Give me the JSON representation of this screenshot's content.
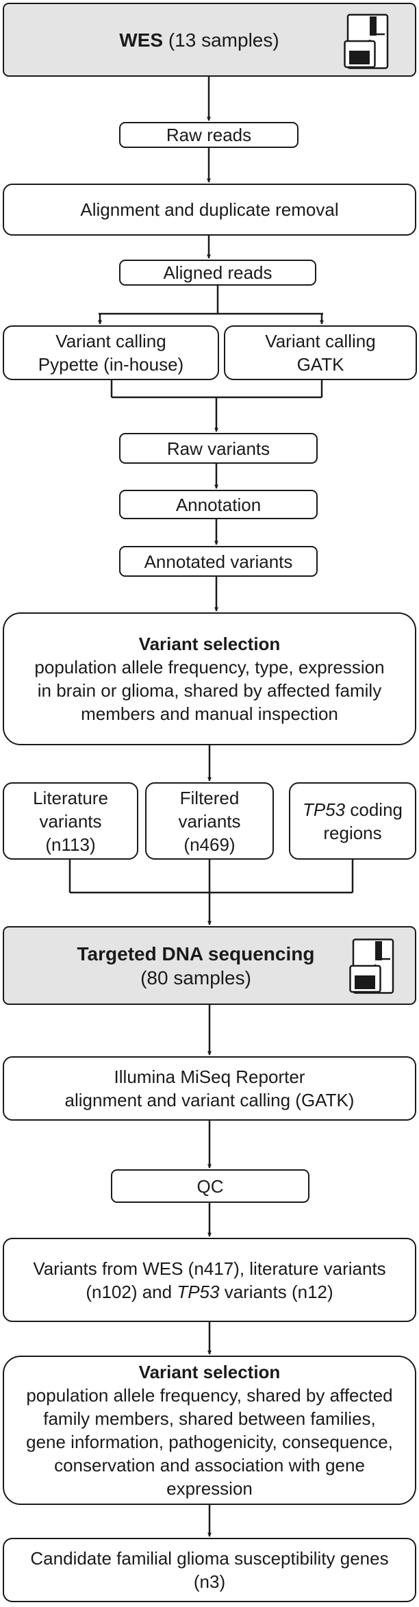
{
  "wes": {
    "title": "WES",
    "subtitle": "(13 samples)"
  },
  "raw_reads": "Raw reads",
  "alignment": "Alignment and duplicate removal",
  "aligned_reads": "Aligned reads",
  "calling_pypette": {
    "line1": "Variant calling",
    "line2": "Pypette (in-house)"
  },
  "calling_gatk": {
    "line1": "Variant calling",
    "line2": "GATK"
  },
  "raw_variants": "Raw variants",
  "annotation": "Annotation",
  "annotated_variants": "Annotated variants",
  "selection1": {
    "title": "Variant selection",
    "lines": [
      "population allele frequency, type, expression",
      "in brain or glioma, shared by affected family",
      "members and manual inspection"
    ]
  },
  "literature": {
    "line1": "Literature",
    "line2": "variants",
    "line3": "(n113)"
  },
  "filtered": {
    "line1": "Filtered",
    "line2": "variants",
    "line3": "(n469)"
  },
  "tp53_regions": {
    "gene": "TP53",
    "rest1": " coding",
    "line2": "regions"
  },
  "targeted": {
    "title": "Targeted DNA sequencing",
    "subtitle": "(80 samples)"
  },
  "miseq": {
    "line1": "Illumina MiSeq Reporter",
    "line2": "alignment and variant calling (GATK)"
  },
  "qc": "QC",
  "variants_wes": {
    "line1": "Variants from WES (n417), literature variants",
    "line2_pre": "(n102) and ",
    "line2_gene": "TP53",
    "line2_post": " variants (n12)"
  },
  "selection2": {
    "title": "Variant selection",
    "lines": [
      "population allele frequency, shared by affected",
      "family members, shared between families,",
      "gene information, pathogenicity, consequence,",
      "conservation and association with gene",
      "expression"
    ]
  },
  "candidates": {
    "line1": "Candidate familial glioma susceptibility genes",
    "line2": "(n3)"
  },
  "colors": {
    "box_fill": "#ffffff",
    "highlight_fill": "#e4e4e4",
    "stroke": "#1a1a1a"
  },
  "icons": [
    "sequencer-icon"
  ]
}
